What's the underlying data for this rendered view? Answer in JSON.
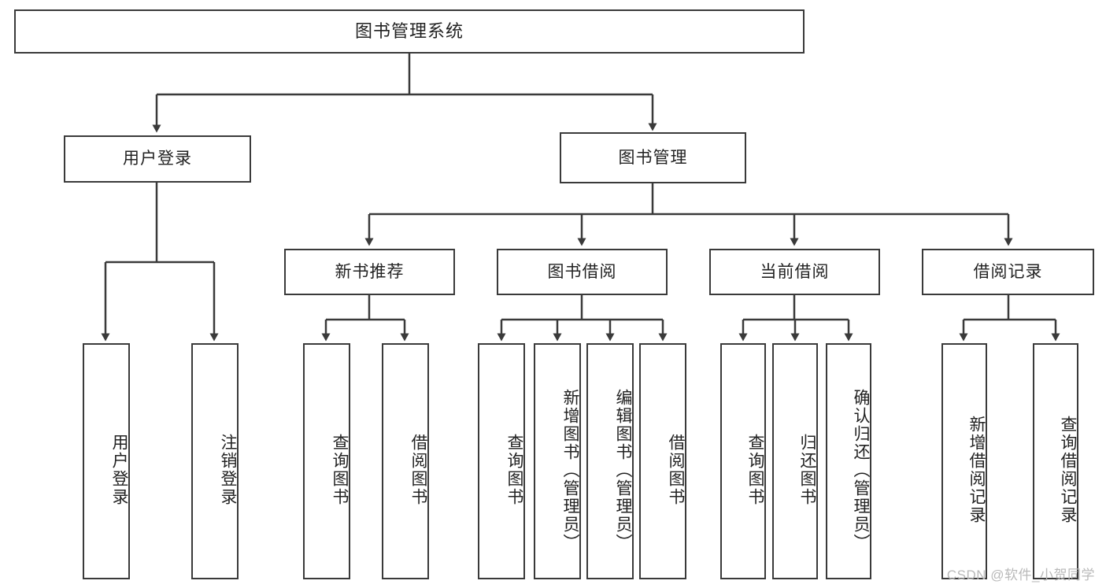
{
  "diagram": {
    "title": "图书管理系统",
    "type": "tree-structure-chart",
    "root": {
      "label": "图书管理系统"
    },
    "level2": [
      {
        "label": "用户登录"
      },
      {
        "label": "图书管理"
      }
    ],
    "level3": [
      {
        "label": "新书推荐"
      },
      {
        "label": "图书借阅"
      },
      {
        "label": "当前借阅"
      },
      {
        "label": "借阅记录"
      }
    ],
    "leaves": {
      "user_login": [
        {
          "label": "用户登录"
        },
        {
          "label": "注销登录"
        }
      ],
      "new_book_recommend": [
        {
          "label": "查询图书"
        },
        {
          "label": "借阅图书"
        }
      ],
      "book_borrow": [
        {
          "label": "查询图书"
        },
        {
          "label": "新增图书（管理员）"
        },
        {
          "label": "编辑图书（管理员）"
        },
        {
          "label": "借阅图书"
        }
      ],
      "current_borrow": [
        {
          "label": "查询图书"
        },
        {
          "label": "归还图书"
        },
        {
          "label": "确认归还（管理员）"
        }
      ],
      "borrow_record": [
        {
          "label": "新增借阅记录"
        },
        {
          "label": "查询借阅记录"
        }
      ]
    }
  },
  "watermark": {
    "text": "CSDN @软件_小贺同学"
  },
  "colors": {
    "border": "#3a3a3a",
    "text": "#222222",
    "background": "#ffffff",
    "watermark": "#b9b9b9"
  }
}
